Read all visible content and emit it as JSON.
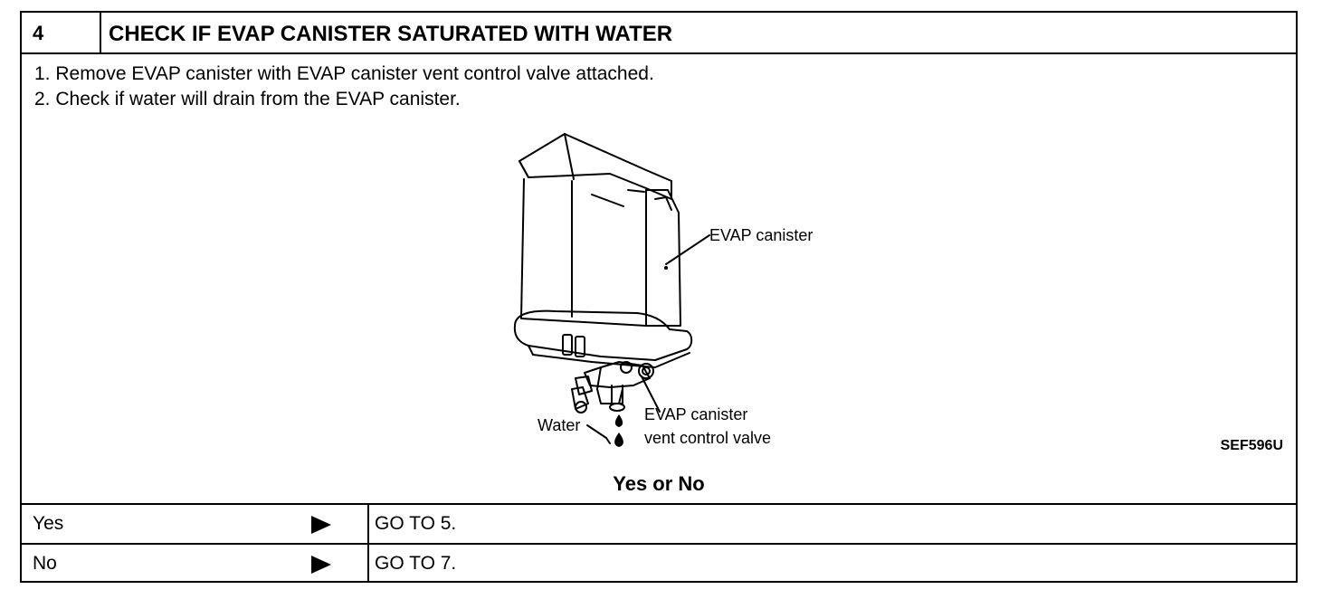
{
  "step": {
    "number": "4",
    "title": "CHECK IF EVAP CANISTER SATURATED WITH WATER"
  },
  "instructions": [
    "1. Remove EVAP canister with EVAP canister vent control valve attached.",
    "2. Check if water will drain from the EVAP canister."
  ],
  "figure": {
    "label_canister": "EVAP canister",
    "label_valve_line1": "EVAP canister",
    "label_valve_line2": "vent control valve",
    "label_water": "Water",
    "code": "SEF596U"
  },
  "question": "Yes or No",
  "answers": [
    {
      "label": "Yes",
      "action": "GO TO 5."
    },
    {
      "label": "No",
      "action": "GO TO 7."
    }
  ]
}
